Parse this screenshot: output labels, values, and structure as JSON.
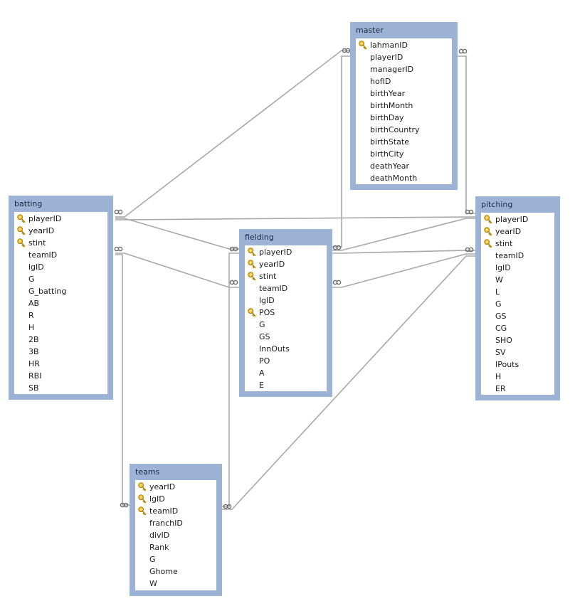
{
  "tables": {
    "master": {
      "name": "master",
      "columns": [
        {
          "name": "lahmanID",
          "key": true
        },
        {
          "name": "playerID",
          "key": false
        },
        {
          "name": "managerID",
          "key": false
        },
        {
          "name": "hofID",
          "key": false
        },
        {
          "name": "birthYear",
          "key": false
        },
        {
          "name": "birthMonth",
          "key": false
        },
        {
          "name": "birthDay",
          "key": false
        },
        {
          "name": "birthCountry",
          "key": false
        },
        {
          "name": "birthState",
          "key": false
        },
        {
          "name": "birthCity",
          "key": false
        },
        {
          "name": "deathYear",
          "key": false
        },
        {
          "name": "deathMonth",
          "key": false
        }
      ]
    },
    "batting": {
      "name": "batting",
      "columns": [
        {
          "name": "playerID",
          "key": true
        },
        {
          "name": "yearID",
          "key": true
        },
        {
          "name": "stint",
          "key": true
        },
        {
          "name": "teamID",
          "key": false
        },
        {
          "name": "lgID",
          "key": false
        },
        {
          "name": "G",
          "key": false
        },
        {
          "name": "G_batting",
          "key": false
        },
        {
          "name": "AB",
          "key": false
        },
        {
          "name": "R",
          "key": false
        },
        {
          "name": "H",
          "key": false
        },
        {
          "name": "2B",
          "key": false
        },
        {
          "name": "3B",
          "key": false
        },
        {
          "name": "HR",
          "key": false
        },
        {
          "name": "RBI",
          "key": false
        },
        {
          "name": "SB",
          "key": false
        }
      ]
    },
    "fielding": {
      "name": "fielding",
      "columns": [
        {
          "name": "playerID",
          "key": true
        },
        {
          "name": "yearID",
          "key": true
        },
        {
          "name": "stint",
          "key": true
        },
        {
          "name": "teamID",
          "key": false
        },
        {
          "name": "lgID",
          "key": false
        },
        {
          "name": "POS",
          "key": true
        },
        {
          "name": "G",
          "key": false
        },
        {
          "name": "GS",
          "key": false
        },
        {
          "name": "InnOuts",
          "key": false
        },
        {
          "name": "PO",
          "key": false
        },
        {
          "name": "A",
          "key": false
        },
        {
          "name": "E",
          "key": false
        }
      ]
    },
    "pitching": {
      "name": "pitching",
      "columns": [
        {
          "name": "playerID",
          "key": true
        },
        {
          "name": "yearID",
          "key": true
        },
        {
          "name": "stint",
          "key": true
        },
        {
          "name": "teamID",
          "key": false
        },
        {
          "name": "lgID",
          "key": false
        },
        {
          "name": "W",
          "key": false
        },
        {
          "name": "L",
          "key": false
        },
        {
          "name": "G",
          "key": false
        },
        {
          "name": "GS",
          "key": false
        },
        {
          "name": "CG",
          "key": false
        },
        {
          "name": "SHO",
          "key": false
        },
        {
          "name": "SV",
          "key": false
        },
        {
          "name": "IPouts",
          "key": false
        },
        {
          "name": "H",
          "key": false
        },
        {
          "name": "ER",
          "key": false
        }
      ]
    },
    "teams": {
      "name": "teams",
      "columns": [
        {
          "name": "yearID",
          "key": true
        },
        {
          "name": "lgID",
          "key": true
        },
        {
          "name": "teamID",
          "key": true
        },
        {
          "name": "franchID",
          "key": false
        },
        {
          "name": "divID",
          "key": false
        },
        {
          "name": "Rank",
          "key": false
        },
        {
          "name": "G",
          "key": false
        },
        {
          "name": "Ghome",
          "key": false
        },
        {
          "name": "W",
          "key": false
        }
      ]
    }
  },
  "relationships": [
    {
      "from": "master",
      "to": "batting",
      "end": "many"
    },
    {
      "from": "master",
      "to": "fielding",
      "end": "many"
    },
    {
      "from": "master",
      "to": "pitching",
      "end": "many"
    },
    {
      "from": "batting",
      "to": "fielding",
      "end": "many"
    },
    {
      "from": "batting",
      "to": "pitching",
      "end": "many"
    },
    {
      "from": "batting",
      "to": "teams",
      "end": "many"
    },
    {
      "from": "fielding",
      "to": "pitching",
      "end": "many"
    },
    {
      "from": "fielding",
      "to": "teams",
      "end": "many"
    },
    {
      "from": "pitching",
      "to": "teams",
      "end": "many"
    }
  ],
  "icon_names": {
    "key": "key-icon",
    "endpoint": "infinity-icon"
  },
  "colors": {
    "table_frame": "#9cb3d6",
    "table_body": "#ffffff",
    "connector": "#a8a8a8",
    "key_gold": "#e0a800"
  }
}
